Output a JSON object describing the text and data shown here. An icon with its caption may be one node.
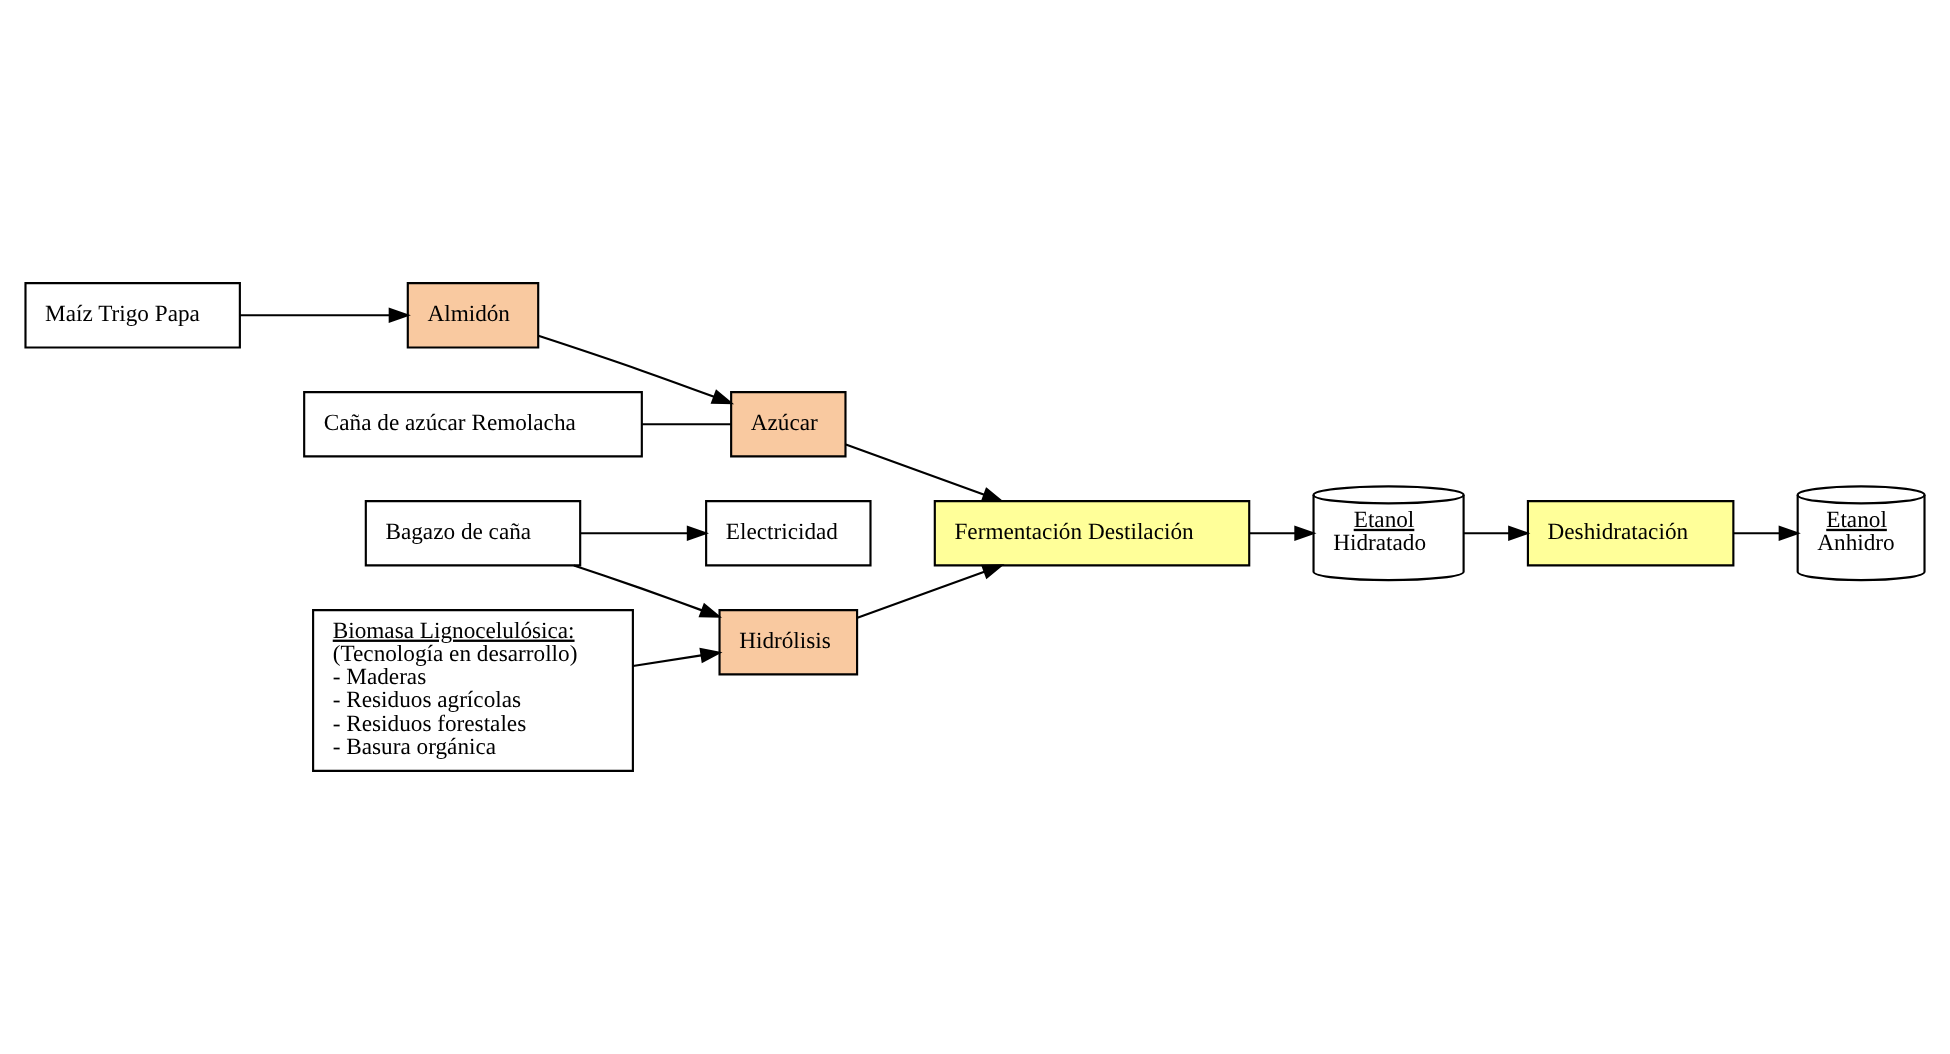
{
  "diagram": {
    "nodes": [
      {
        "text": [
          "Maíz Trigo Papa"
        ]
      },
      {
        "text": [
          "Caña de azúcar Remolacha"
        ]
      },
      {
        "text": [
          "Azúcar"
        ]
      },
      {
        "text": [
          "Almidón"
        ]
      },
      {
        "text": [
          "Bagazo de caña"
        ]
      },
      {
        "text": [
          "Electricidad"
        ]
      },
      {
        "text": [
          "Hidrólisis"
        ]
      },
      {
        "text": [
          "Fermentación Destilación"
        ]
      },
      {
        "text": [
          "Etanol",
          "Hidratado"
        ]
      },
      {
        "text": [
          "Deshidratación"
        ]
      },
      {
        "text": [
          "Etanol",
          "Anhidro"
        ]
      },
      {
        "text": [
          "Biomasa Lignocelulósica:",
          "(Tecnología en desarrollo)",
          "- Maderas",
          "- Residuos agrícolas",
          "- Residuos forestales",
          "- Basura orgánica"
        ]
      }
    ],
    "edges": [
      {
        "from": 0,
        "to": 3,
        "arrow": "to"
      },
      {
        "from": 3,
        "to": 2,
        "arrow": "to"
      },
      {
        "from": 1,
        "to": 2,
        "arrow": "none"
      },
      {
        "from": 2,
        "to": 7,
        "arrow": "to"
      },
      {
        "from": 4,
        "to": 5,
        "arrow": "to"
      },
      {
        "from": 4,
        "to": 6,
        "arrow": "to"
      },
      {
        "from": 11,
        "to": 6,
        "arrow": "to"
      },
      {
        "from": 6,
        "to": 7,
        "arrow": "to"
      },
      {
        "from": 7,
        "to": 8,
        "arrow": "to"
      },
      {
        "from": 8,
        "to": 9,
        "arrow": "to"
      },
      {
        "from": 9,
        "to": 10,
        "arrow": "to"
      }
    ]
  }
}
